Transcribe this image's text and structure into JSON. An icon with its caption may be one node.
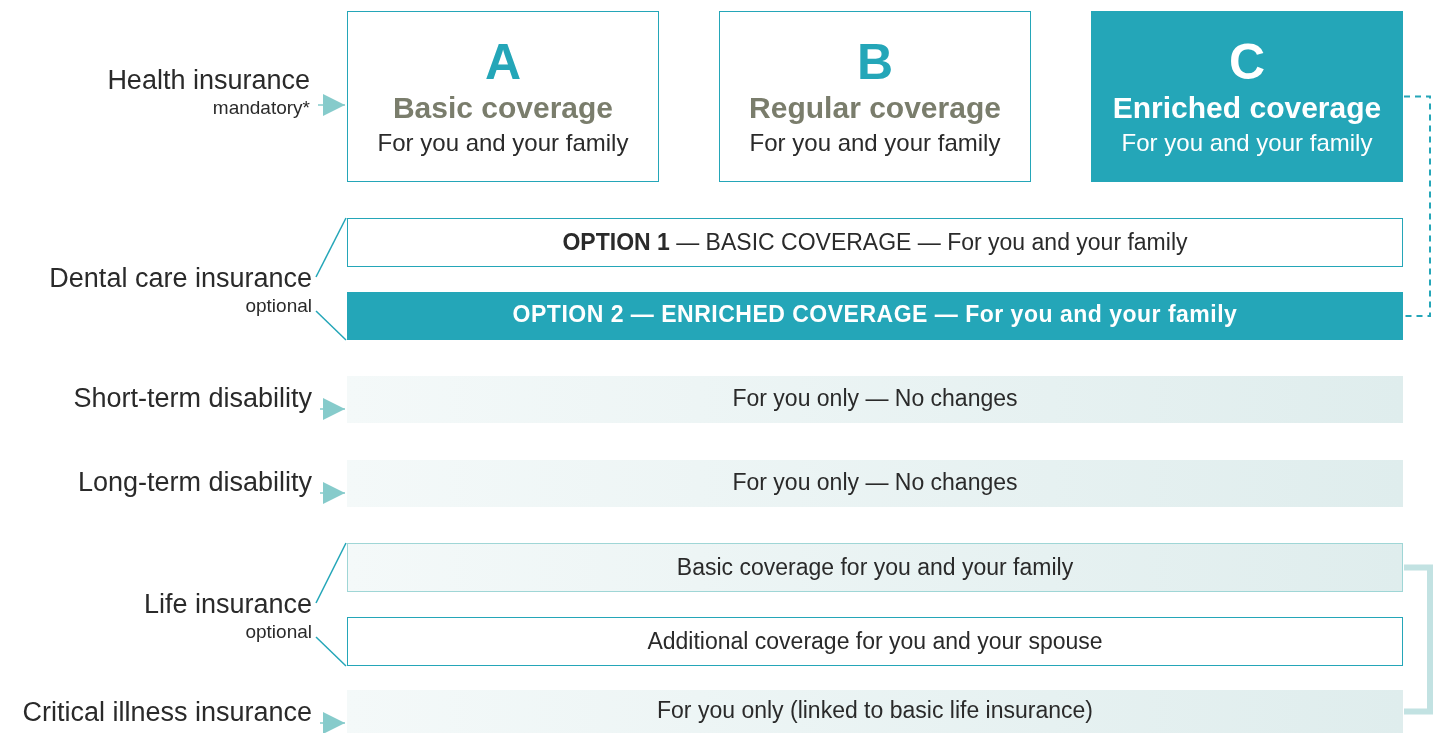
{
  "diagram": {
    "nodes": [
      {
        "text": [
          "Health insurance",
          "mandatory*"
        ]
      },
      {
        "text": [
          "A",
          "Basic coverage",
          "For you and your family"
        ]
      },
      {
        "text": [
          "B",
          "Regular coverage",
          "For you and your family"
        ]
      },
      {
        "text": [
          "C",
          "Enriched coverage",
          "For you and your family"
        ]
      },
      {
        "text": [
          "Dental care insurance",
          "optional"
        ]
      },
      {
        "text": [
          "**OPTION 1** — BASIC COVERAGE — For you and your family"
        ]
      },
      {
        "text": [
          "OPTION 2 — ENRICHED COVERAGE — For you and your family"
        ]
      },
      {
        "text": [
          "Short-term disability"
        ]
      },
      {
        "text": [
          "For you only — No changes"
        ]
      },
      {
        "text": [
          "Long-term disability"
        ]
      },
      {
        "text": [
          "For you only — No changes"
        ]
      },
      {
        "text": [
          "Life insurance",
          "optional"
        ]
      },
      {
        "text": [
          "Basic coverage for you and your family"
        ]
      },
      {
        "text": [
          "Additional coverage for you and your spouse"
        ]
      },
      {
        "text": [
          "Critical illness insurance"
        ]
      },
      {
        "text": [
          "For you only (linked to basic life insurance)"
        ]
      }
    ],
    "edges": [
      {
        "from": 0,
        "to": 1,
        "arrow": "to",
        "color": "#86cbcb"
      },
      {
        "from": 3,
        "to": 6,
        "arrow": "none",
        "style": "dashed"
      },
      {
        "from": 4,
        "to": 5,
        "arrow": "none"
      },
      {
        "from": 4,
        "to": 6,
        "arrow": "none"
      },
      {
        "from": 7,
        "to": 8,
        "arrow": "to",
        "color": "#86cbcb"
      },
      {
        "from": 9,
        "to": 10,
        "arrow": "to",
        "color": "#86cbcb"
      },
      {
        "from": 11,
        "to": 12,
        "arrow": "none"
      },
      {
        "from": 11,
        "to": 13,
        "arrow": "none"
      },
      {
        "from": 14,
        "to": 15,
        "arrow": "to",
        "color": "#86cbcb"
      },
      {
        "from": 12,
        "to": 15,
        "arrow": "none",
        "style": "thick",
        "color": "#c2e2e2"
      }
    ]
  }
}
